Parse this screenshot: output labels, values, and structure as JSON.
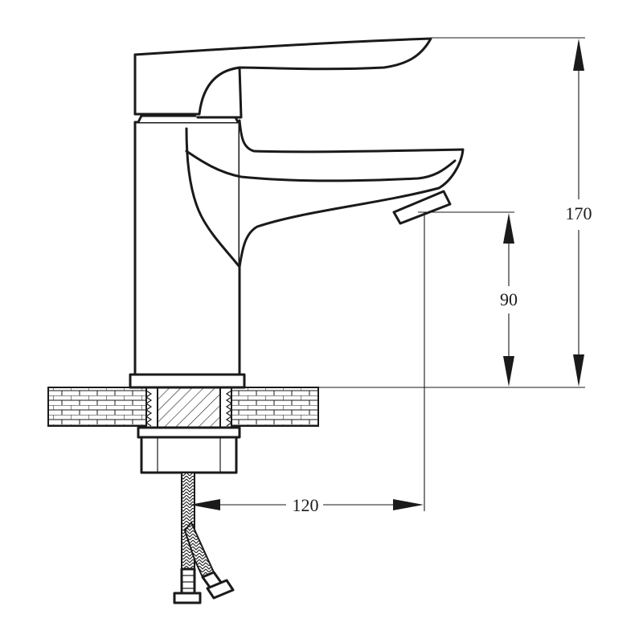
{
  "drawing": {
    "dimensions": {
      "total_height": "170",
      "spout_height": "90",
      "spout_reach": "120"
    },
    "colors": {
      "line": "#1a1a1a",
      "background": "#ffffff"
    }
  }
}
